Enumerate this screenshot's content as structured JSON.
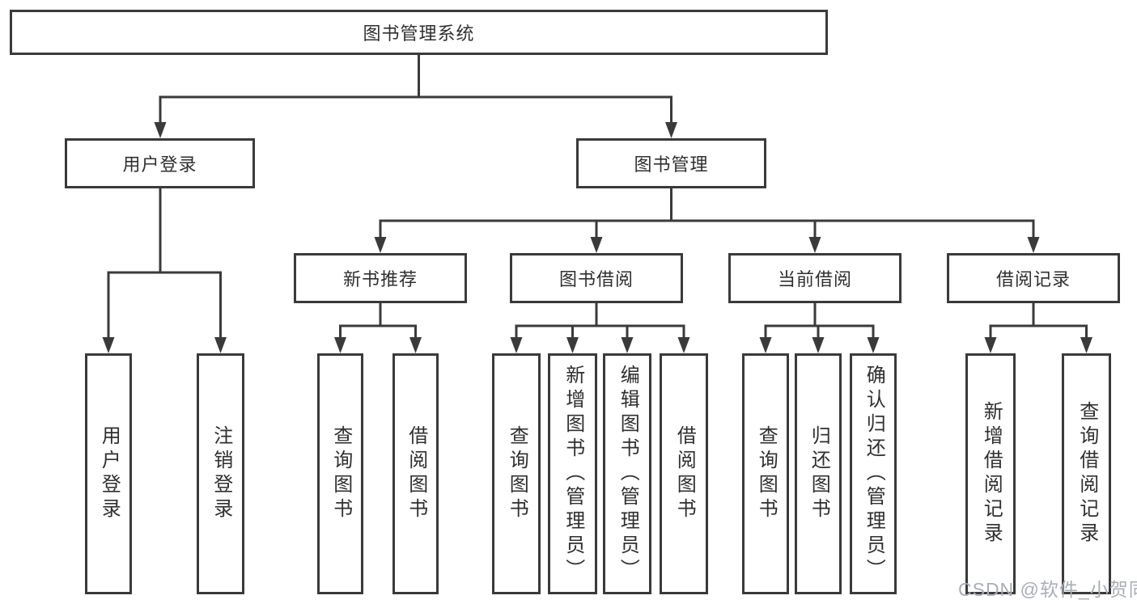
{
  "watermark": {
    "text": "CSDN @软件_小贺同学"
  },
  "colors": {
    "line": "#3a3a3a",
    "box_border": "#3a3a3a",
    "text": "#2f2f2f",
    "background": "#ffffff",
    "watermark": "#a9aeb4"
  },
  "tree": {
    "label": "图书管理系统",
    "children": [
      {
        "label": "用户登录",
        "children": [
          {
            "label": "用户登录"
          },
          {
            "label": "注销登录"
          }
        ]
      },
      {
        "label": "图书管理",
        "children": [
          {
            "label": "新书推荐",
            "children": [
              {
                "label": "查询图书"
              },
              {
                "label": "借阅图书"
              }
            ]
          },
          {
            "label": "图书借阅",
            "children": [
              {
                "label": "查询图书"
              },
              {
                "label": "新增图书（管理员）"
              },
              {
                "label": "编辑图书（管理员）"
              },
              {
                "label": "借阅图书"
              }
            ]
          },
          {
            "label": "当前借阅",
            "children": [
              {
                "label": "查询图书"
              },
              {
                "label": "归还图书"
              },
              {
                "label": "确认归还（管理员）"
              }
            ]
          },
          {
            "label": "借阅记录",
            "children": [
              {
                "label": "新增借阅记录"
              },
              {
                "label": "查询借阅记录"
              }
            ]
          }
        ]
      }
    ]
  }
}
